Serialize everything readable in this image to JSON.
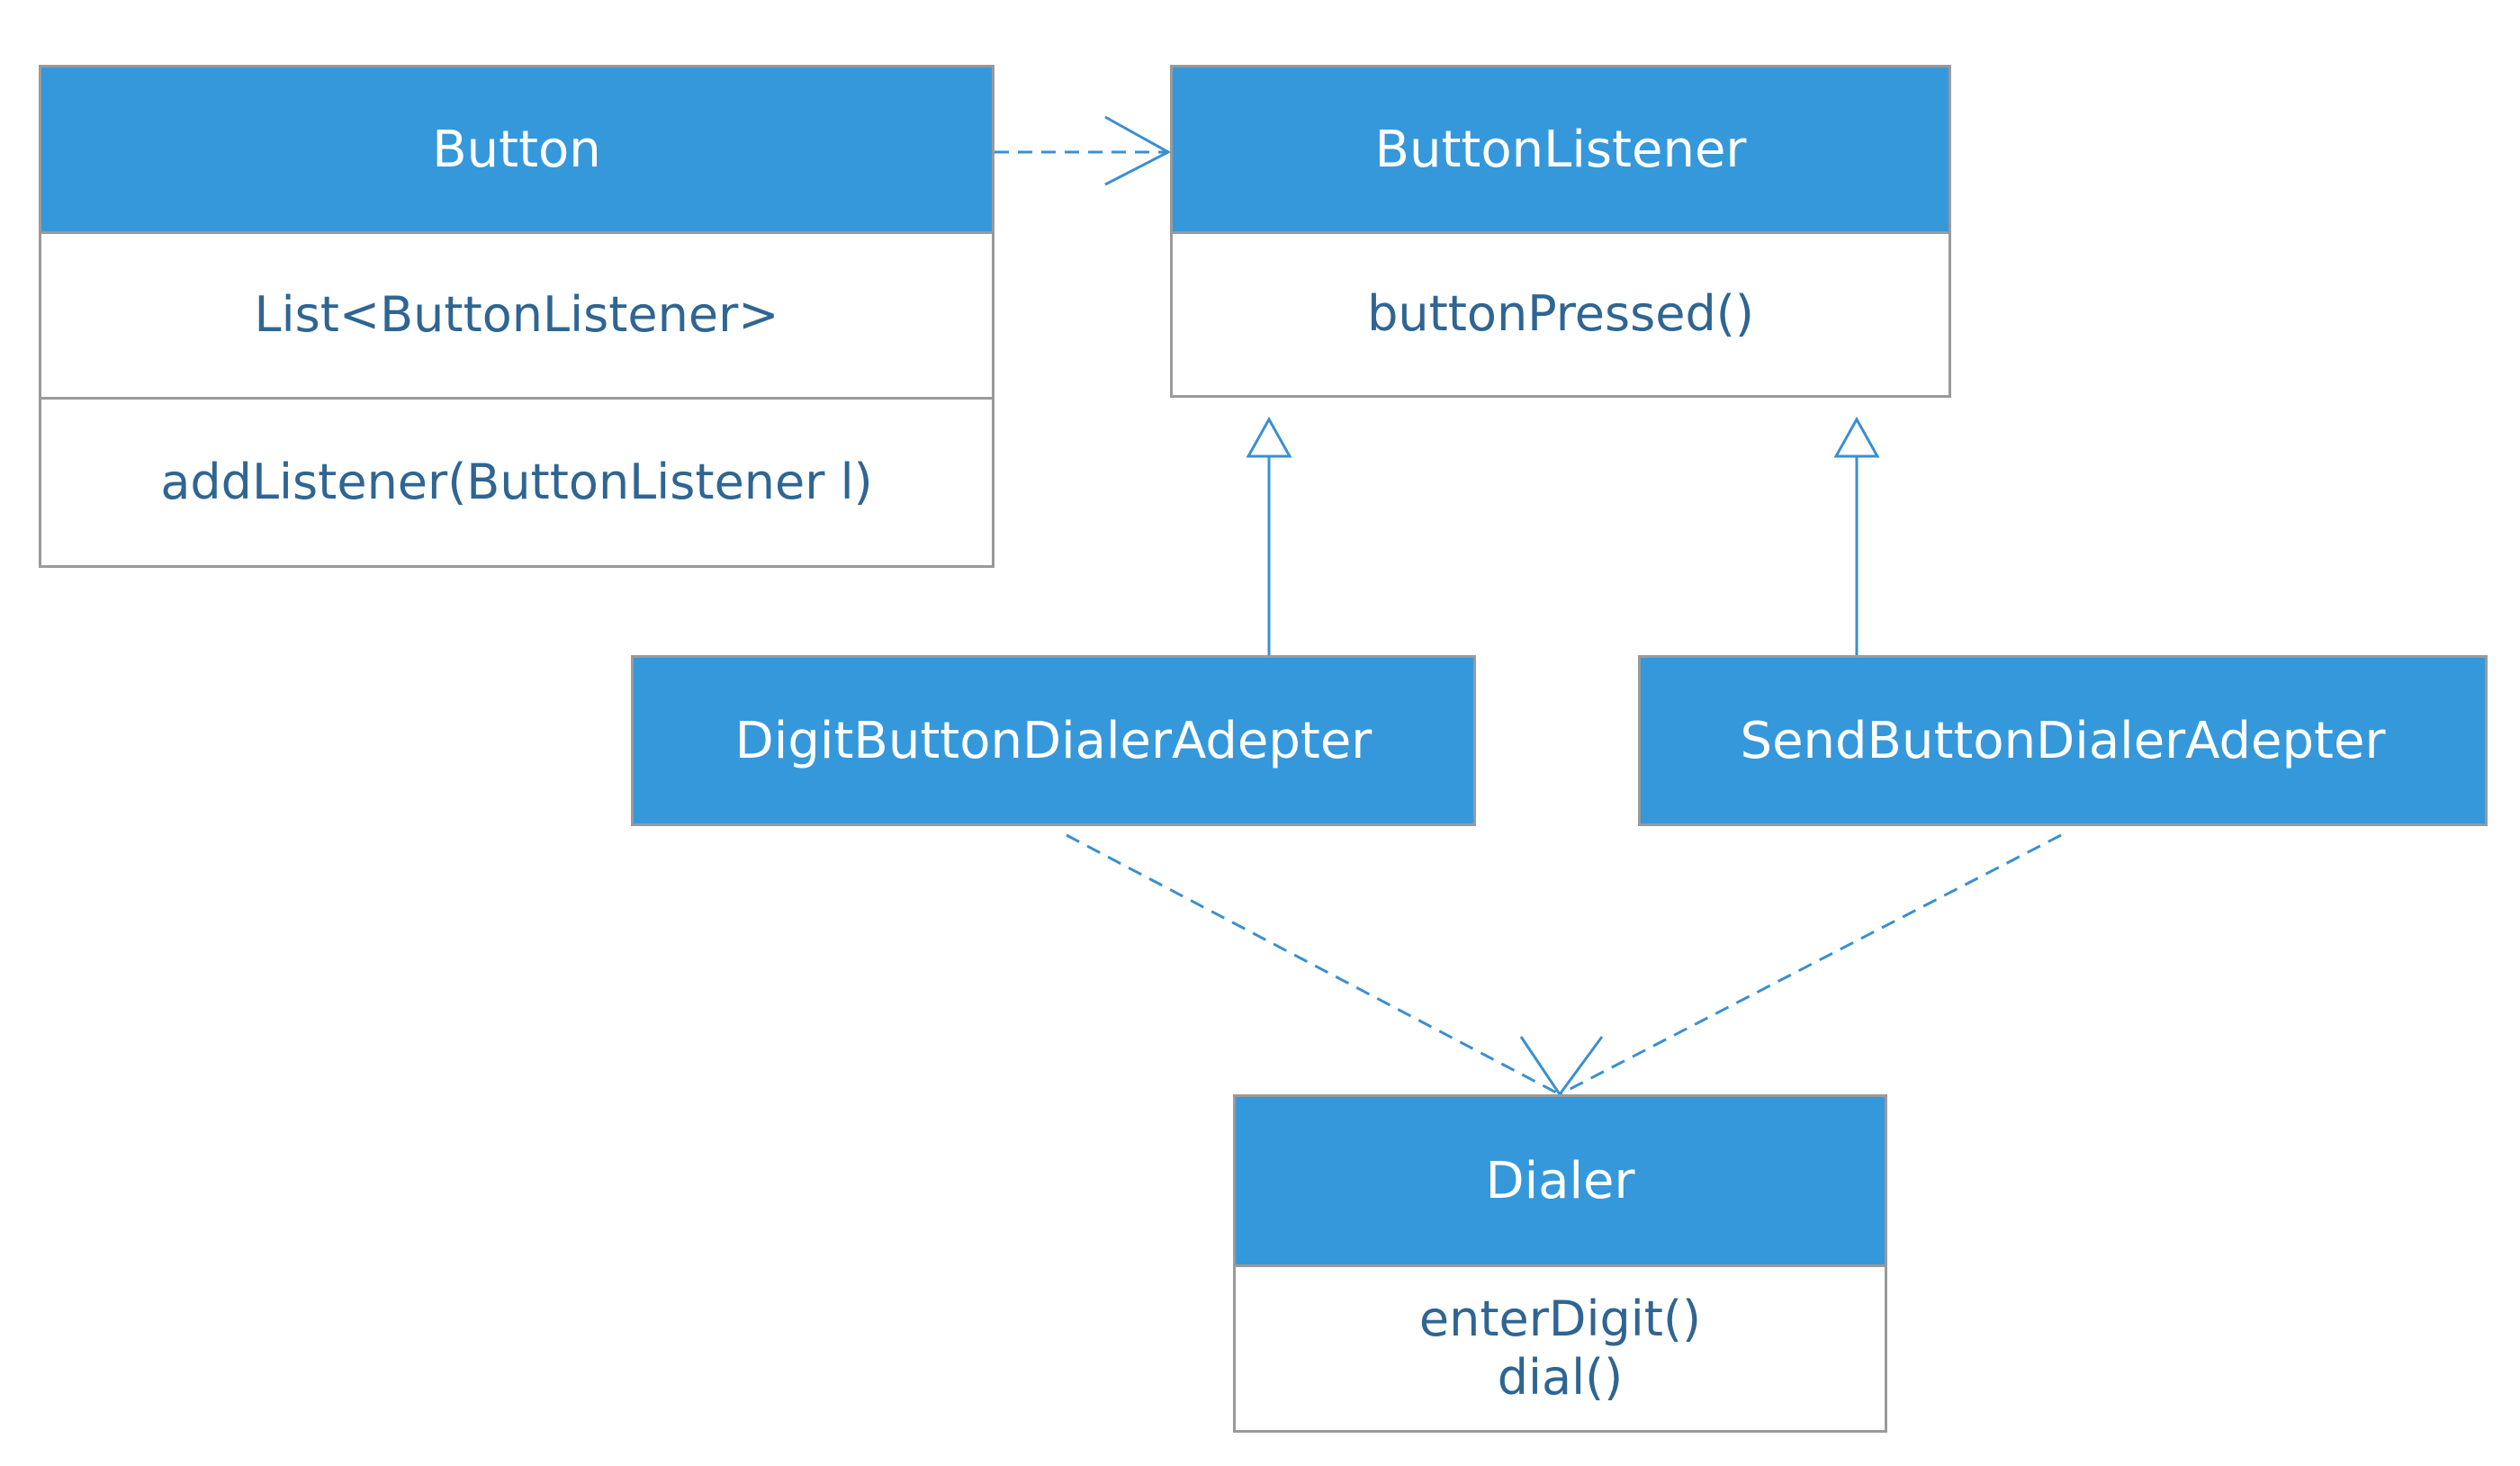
{
  "classes": {
    "button": {
      "name": "Button",
      "attributes": [
        "List<ButtonListener>"
      ],
      "operations": [
        "addListener(ButtonListener l)"
      ]
    },
    "button_listener": {
      "name": "ButtonListener",
      "operations": [
        "buttonPressed()"
      ]
    },
    "digit_adapter": {
      "name": "DigitButtonDialerAdepter"
    },
    "send_adapter": {
      "name": "SendButtonDialerAdepter"
    },
    "dialer": {
      "name": "Dialer",
      "operations": [
        "enterDigit()",
        "dial()"
      ]
    }
  },
  "relationships": [
    {
      "from": "Button",
      "to": "ButtonListener",
      "type": "dependency"
    },
    {
      "from": "DigitButtonDialerAdepter",
      "to": "ButtonListener",
      "type": "realization"
    },
    {
      "from": "SendButtonDialerAdepter",
      "to": "ButtonListener",
      "type": "realization"
    },
    {
      "from": "DigitButtonDialerAdepter",
      "to": "Dialer",
      "type": "dependency"
    },
    {
      "from": "SendButtonDialerAdepter",
      "to": "Dialer",
      "type": "dependency"
    }
  ],
  "colors": {
    "header_fill": "#3598db",
    "header_text": "#ffffff",
    "member_text": "#2f6592",
    "border": "#9a9a9a",
    "connector": "#3b8fd0"
  }
}
